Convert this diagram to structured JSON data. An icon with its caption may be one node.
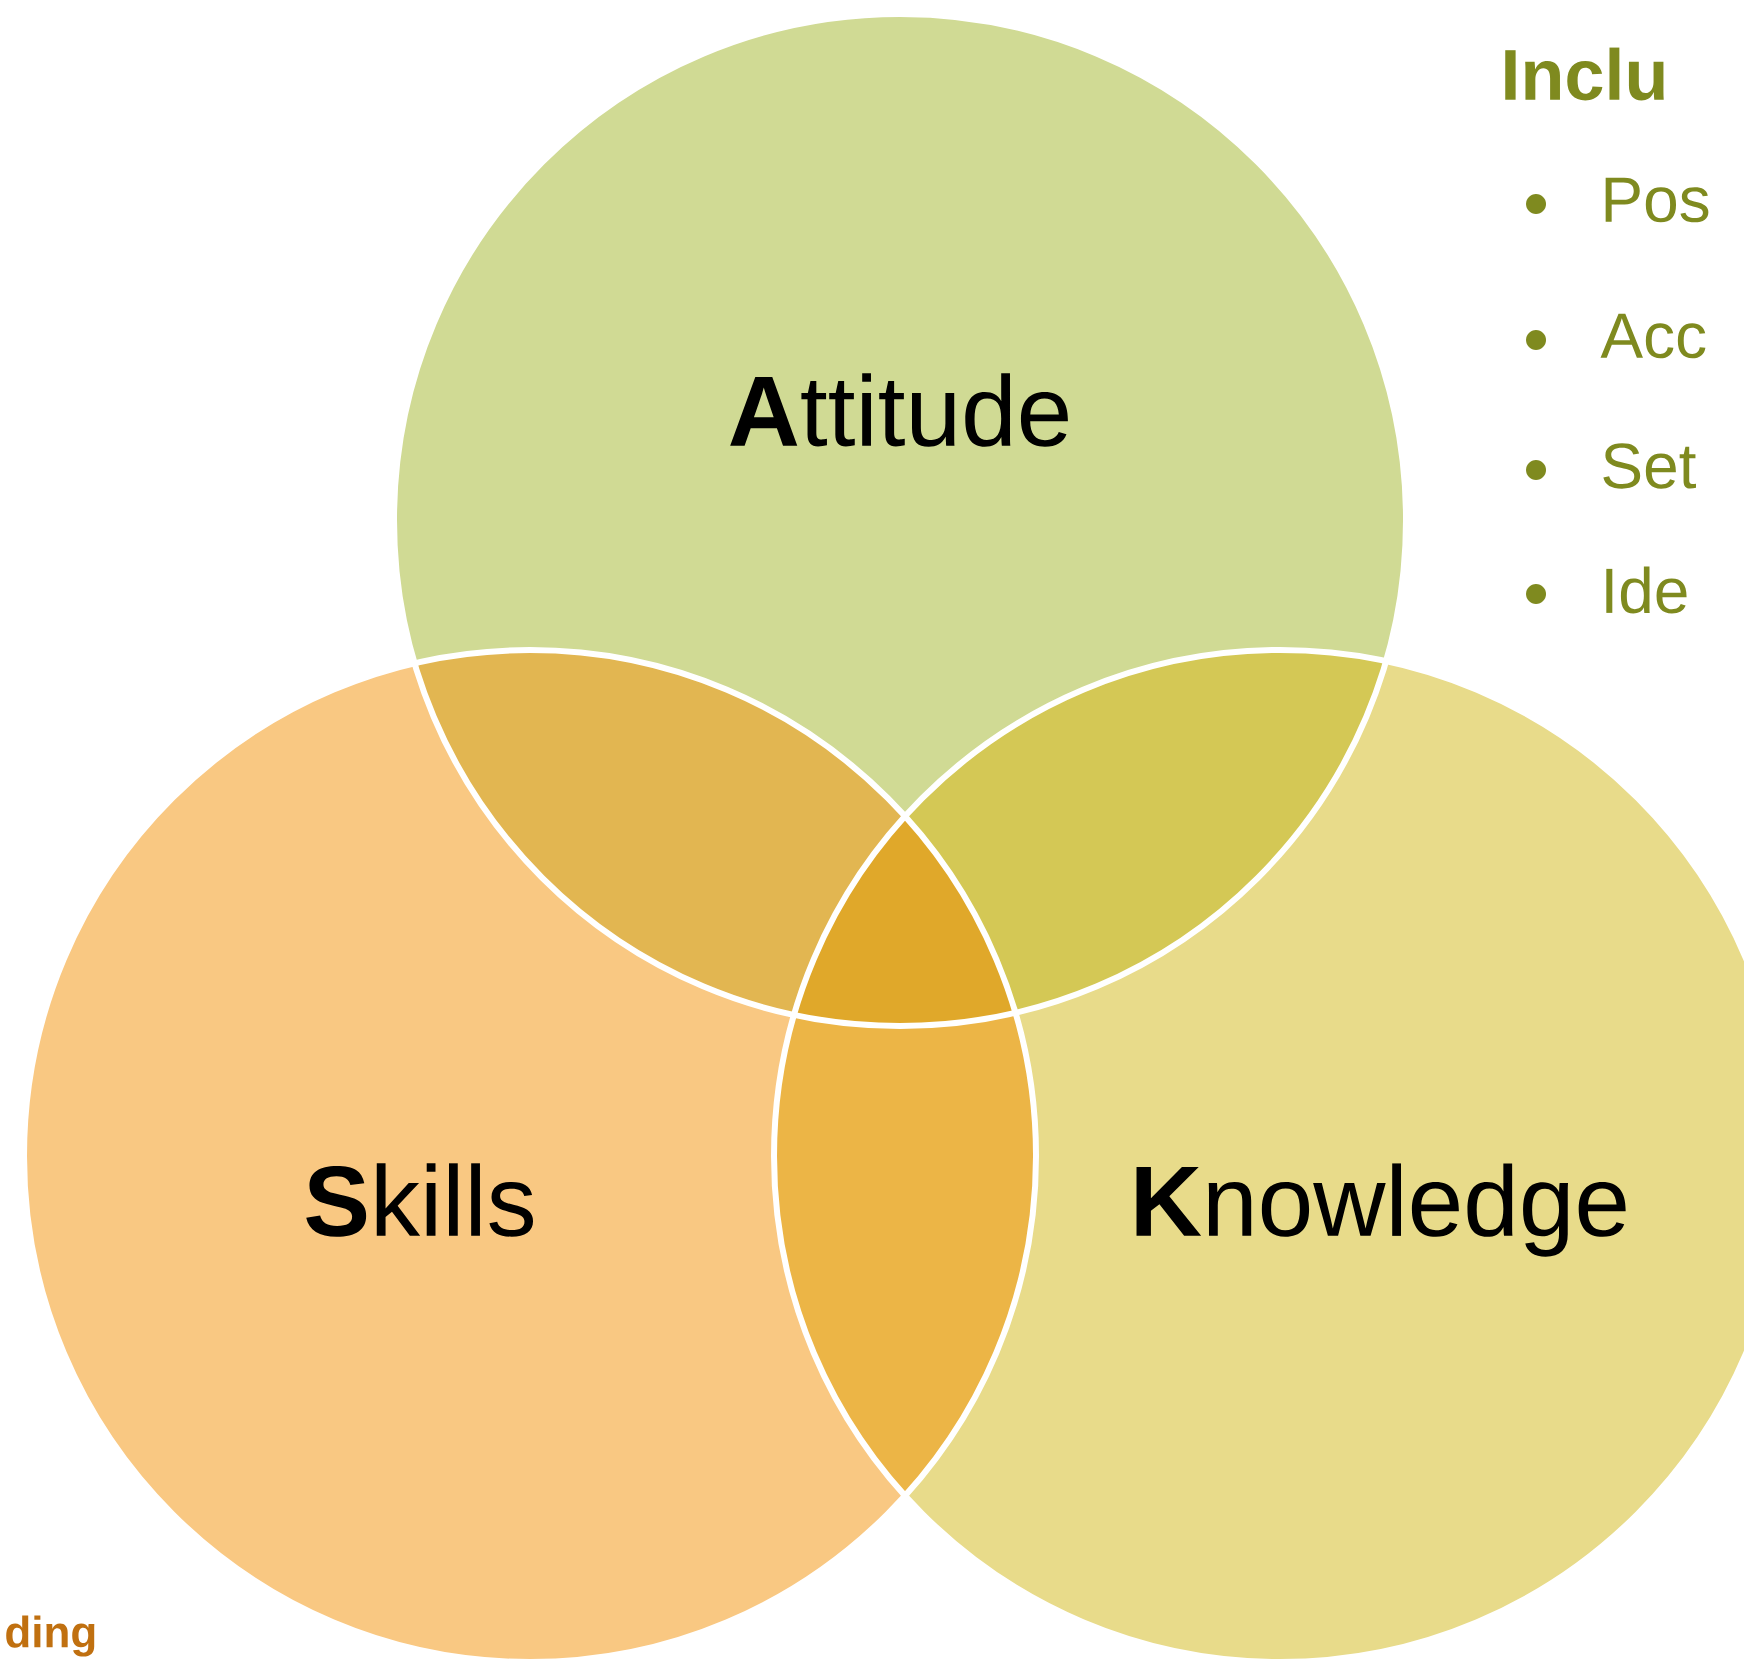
{
  "diagram": {
    "nodes": [
      {
        "text": [
          "**A**ttitude"
        ]
      },
      {
        "text": [
          "**S**kills"
        ]
      },
      {
        "text": [
          "**K**nowledge"
        ]
      }
    ],
    "labels": [
      "Inclu",
      "Pos",
      "Acc",
      "Set",
      "Ide",
      "ding"
    ]
  }
}
